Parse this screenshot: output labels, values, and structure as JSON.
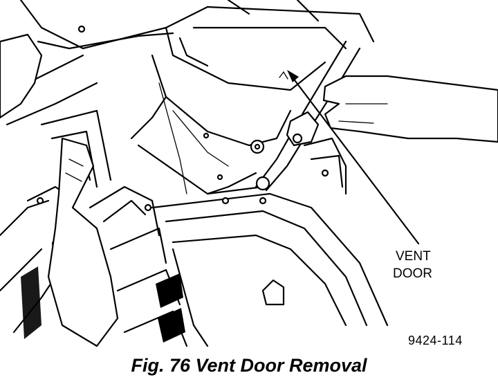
{
  "figure": {
    "callout_label_line1": "VENT",
    "callout_label_line2": "DOOR",
    "figure_id": "9424-114",
    "caption": "Fig. 76 Vent Door Removal"
  }
}
